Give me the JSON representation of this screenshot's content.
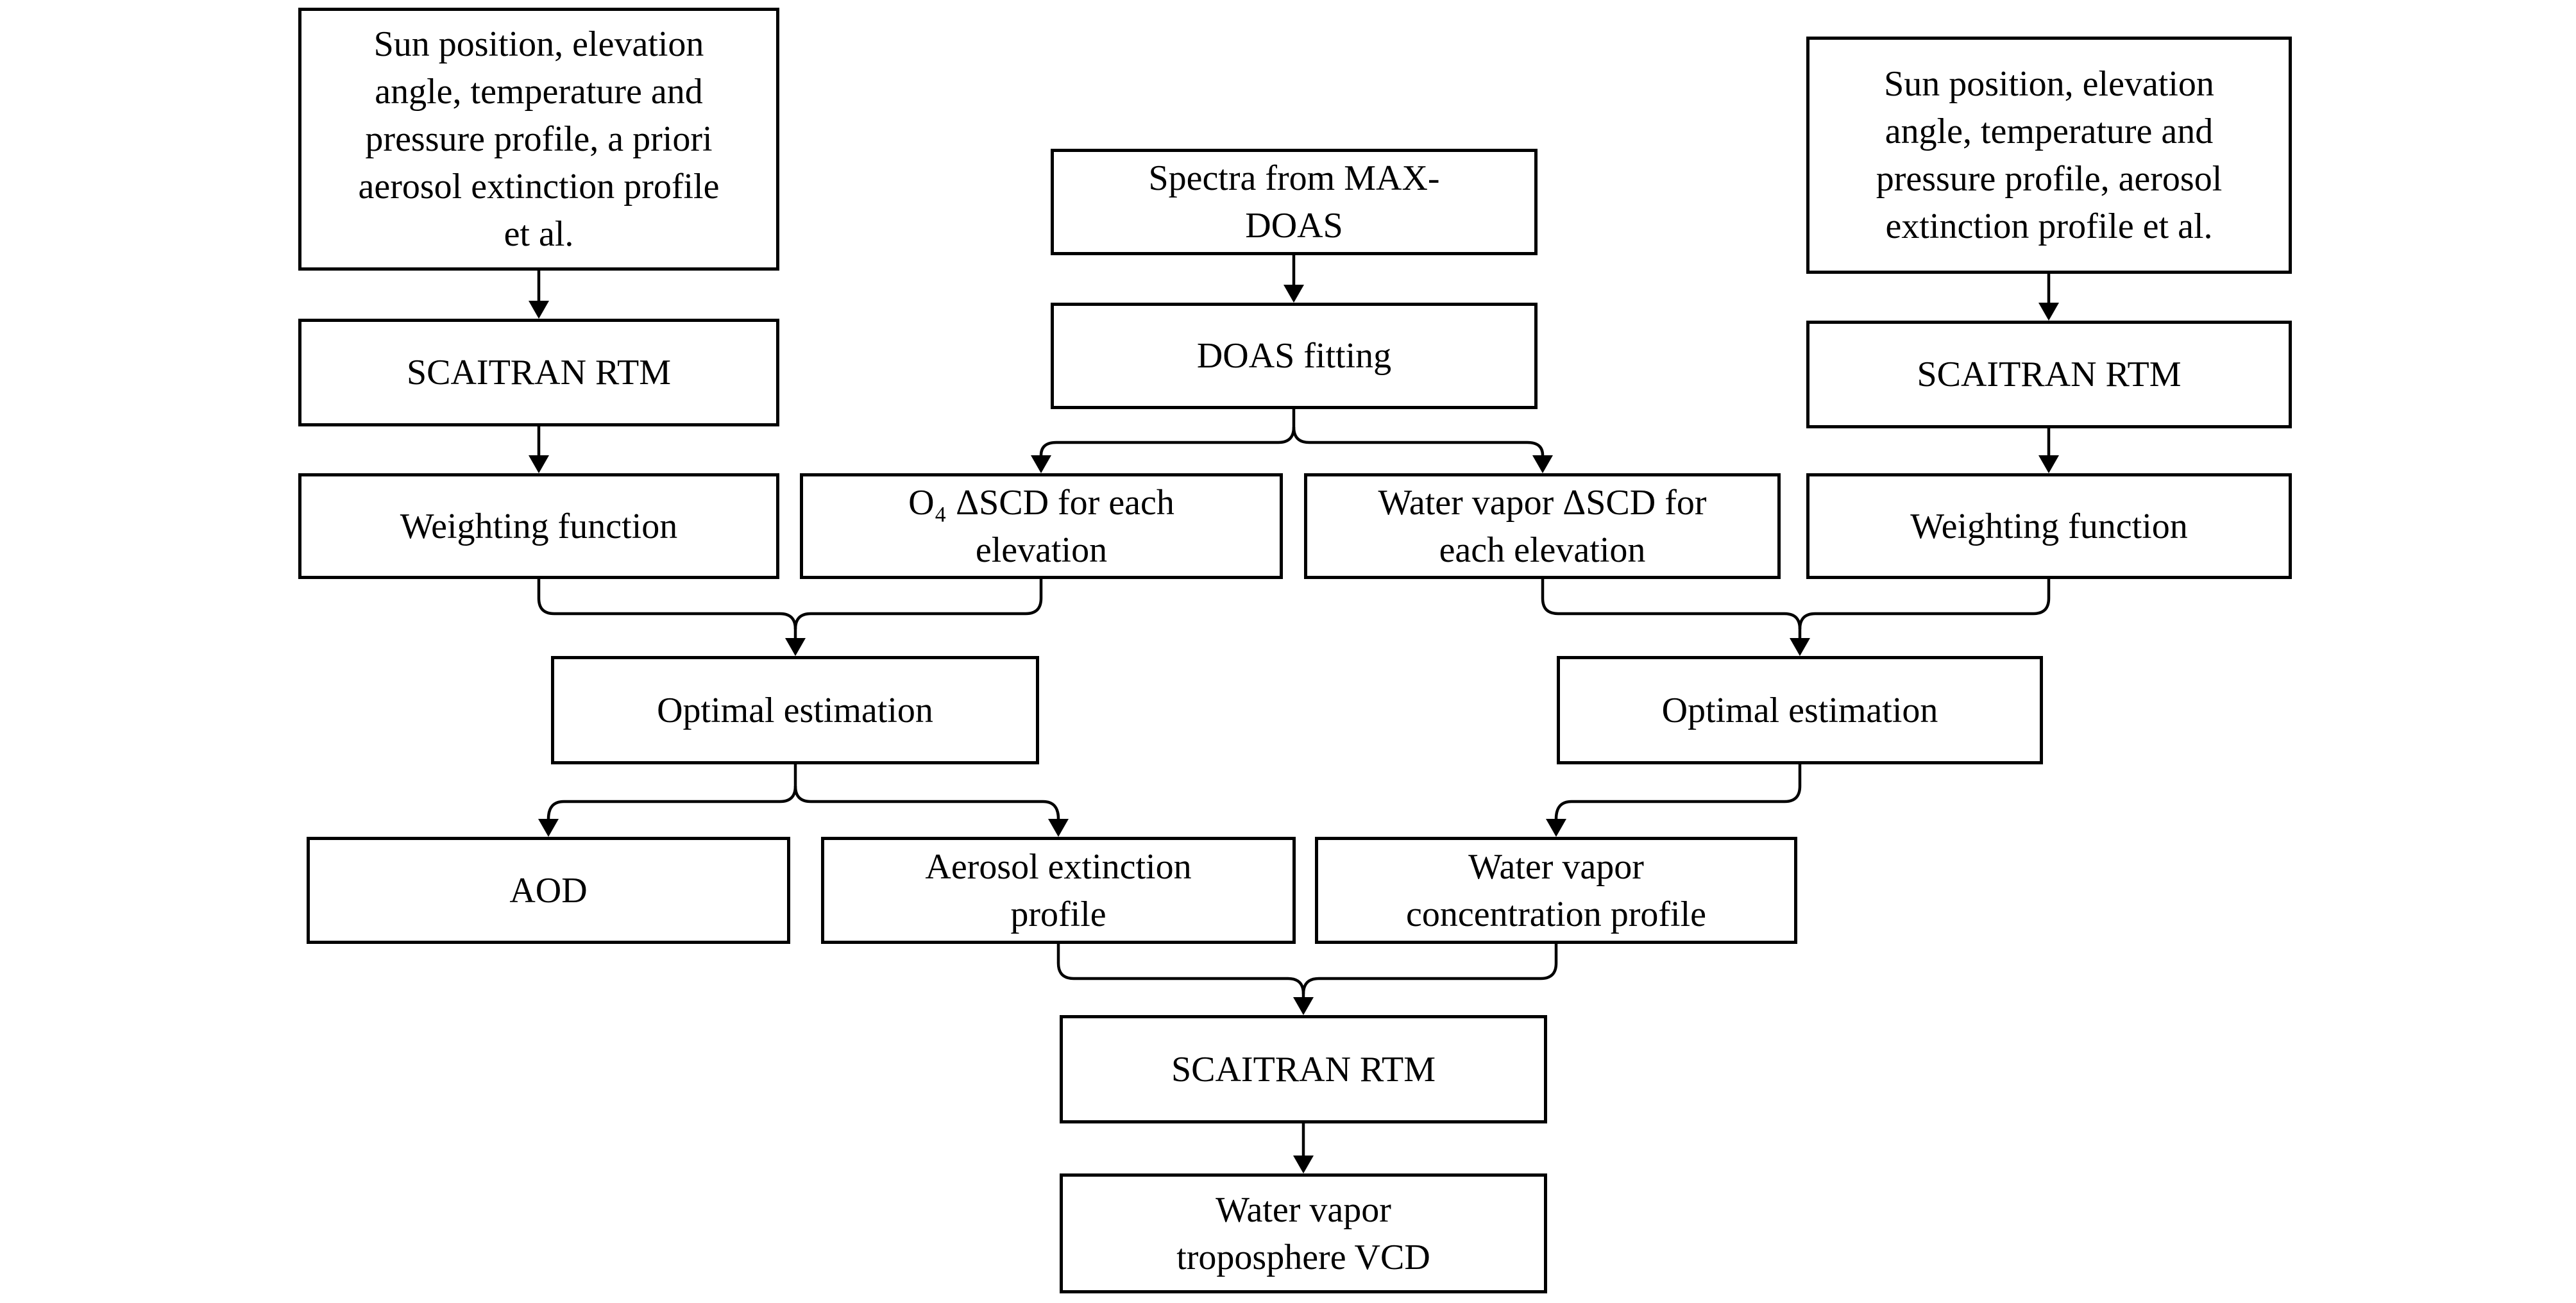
{
  "page": {
    "background_color": "#ffffff",
    "line_color": "#000000",
    "text_color": "#000000"
  },
  "diagram": {
    "boxes": {
      "input_left": {
        "label": "Sun position, elevation\nangle, temperature and\npressure profile, a priori\naerosol extinction profile\net al."
      },
      "spectra": {
        "label": "Spectra from MAX-\nDOAS"
      },
      "input_right": {
        "label": "Sun position, elevation\nangle, temperature and\npressure profile, aerosol\nextinction profile et al."
      },
      "scaitran_left": {
        "label": "SCAITRAN RTM"
      },
      "doas_fitting": {
        "label": "DOAS fitting"
      },
      "scaitran_right": {
        "label": "SCAITRAN RTM"
      },
      "weighting_left": {
        "label": "Weighting function"
      },
      "o4_dscd": {
        "label": "O₄ ΔSCD for each\nelevation"
      },
      "water_vapor_dscd": {
        "label": "Water vapor ΔSCD for\neach elevation"
      },
      "weighting_right": {
        "label": "Weighting function"
      },
      "optimal_left": {
        "label": "Optimal estimation"
      },
      "optimal_right": {
        "label": "Optimal estimation"
      },
      "aod": {
        "label": "AOD"
      },
      "aerosol_profile": {
        "label": "Aerosol extinction\nprofile"
      },
      "water_vapor_conc": {
        "label": "Water vapor\nconcentration profile"
      },
      "scaitran_bottom": {
        "label": "SCAITRAN RTM"
      },
      "water_vapor_vcd": {
        "label": "Water vapor\ntroposphere VCD"
      }
    }
  }
}
